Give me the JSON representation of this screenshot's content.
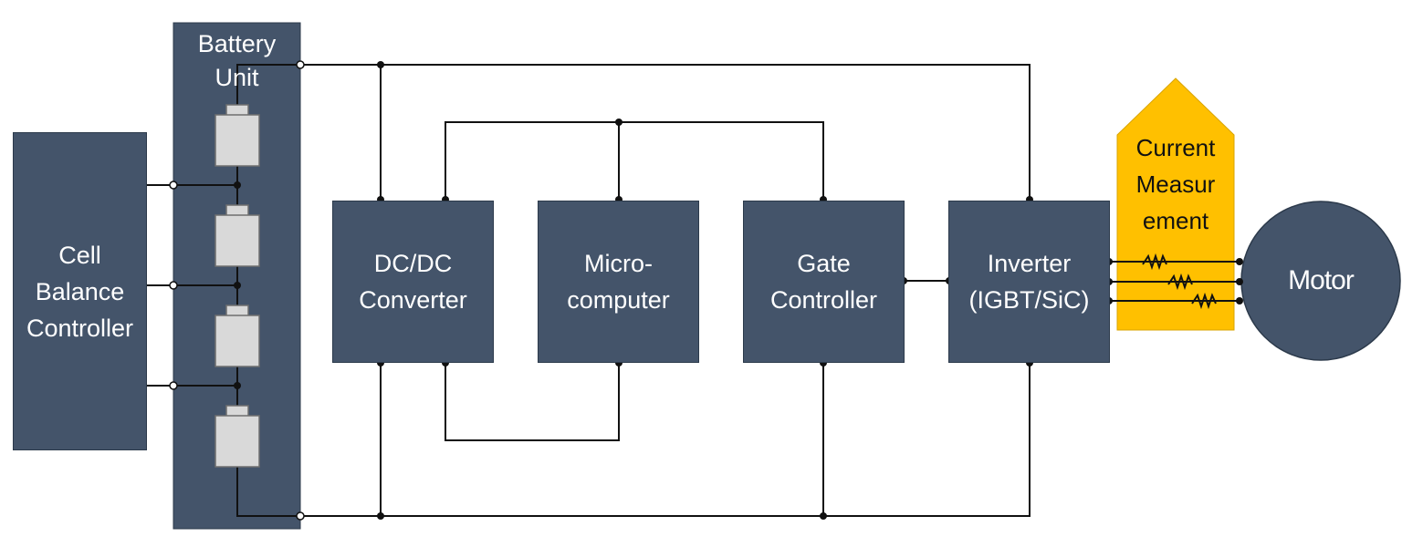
{
  "blocks": {
    "cell_balance": [
      "Cell",
      "Balance",
      "Controller"
    ],
    "battery": [
      "Battery",
      "Unit"
    ],
    "dcdc": [
      "DC/DC",
      "Converter"
    ],
    "micro": [
      "Micro-",
      "computer"
    ],
    "gate": [
      "Gate",
      "Controller"
    ],
    "inverter": [
      "Inverter",
      "(IGBT/SiC)"
    ],
    "current": [
      "Current",
      "Measur",
      "ement"
    ],
    "motor": "Motor"
  },
  "colors": {
    "block_fill": "#44546a",
    "cell_fill": "#d9d9d9",
    "current_fill": "#ffc000",
    "wire": "#111111"
  }
}
